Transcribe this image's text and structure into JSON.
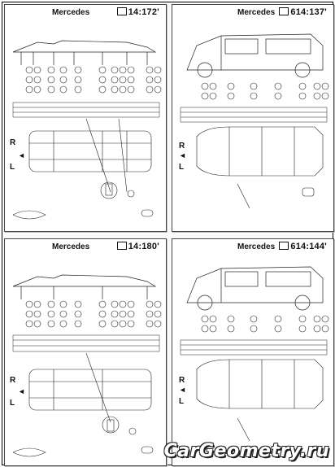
{
  "pages": [
    {
      "brand": "Mercedes",
      "code": "14:172",
      "mark": "'"
    },
    {
      "brand": "Mercedes",
      "code": "614:137",
      "mark": "'"
    },
    {
      "brand": "Mercedes",
      "code": "14:180",
      "mark": "'"
    },
    {
      "brand": "Mercedes",
      "code": "614:144",
      "mark": "'"
    }
  ],
  "labels": {
    "right": "R",
    "left": "L"
  },
  "watermark": "CarGeometry.ru"
}
